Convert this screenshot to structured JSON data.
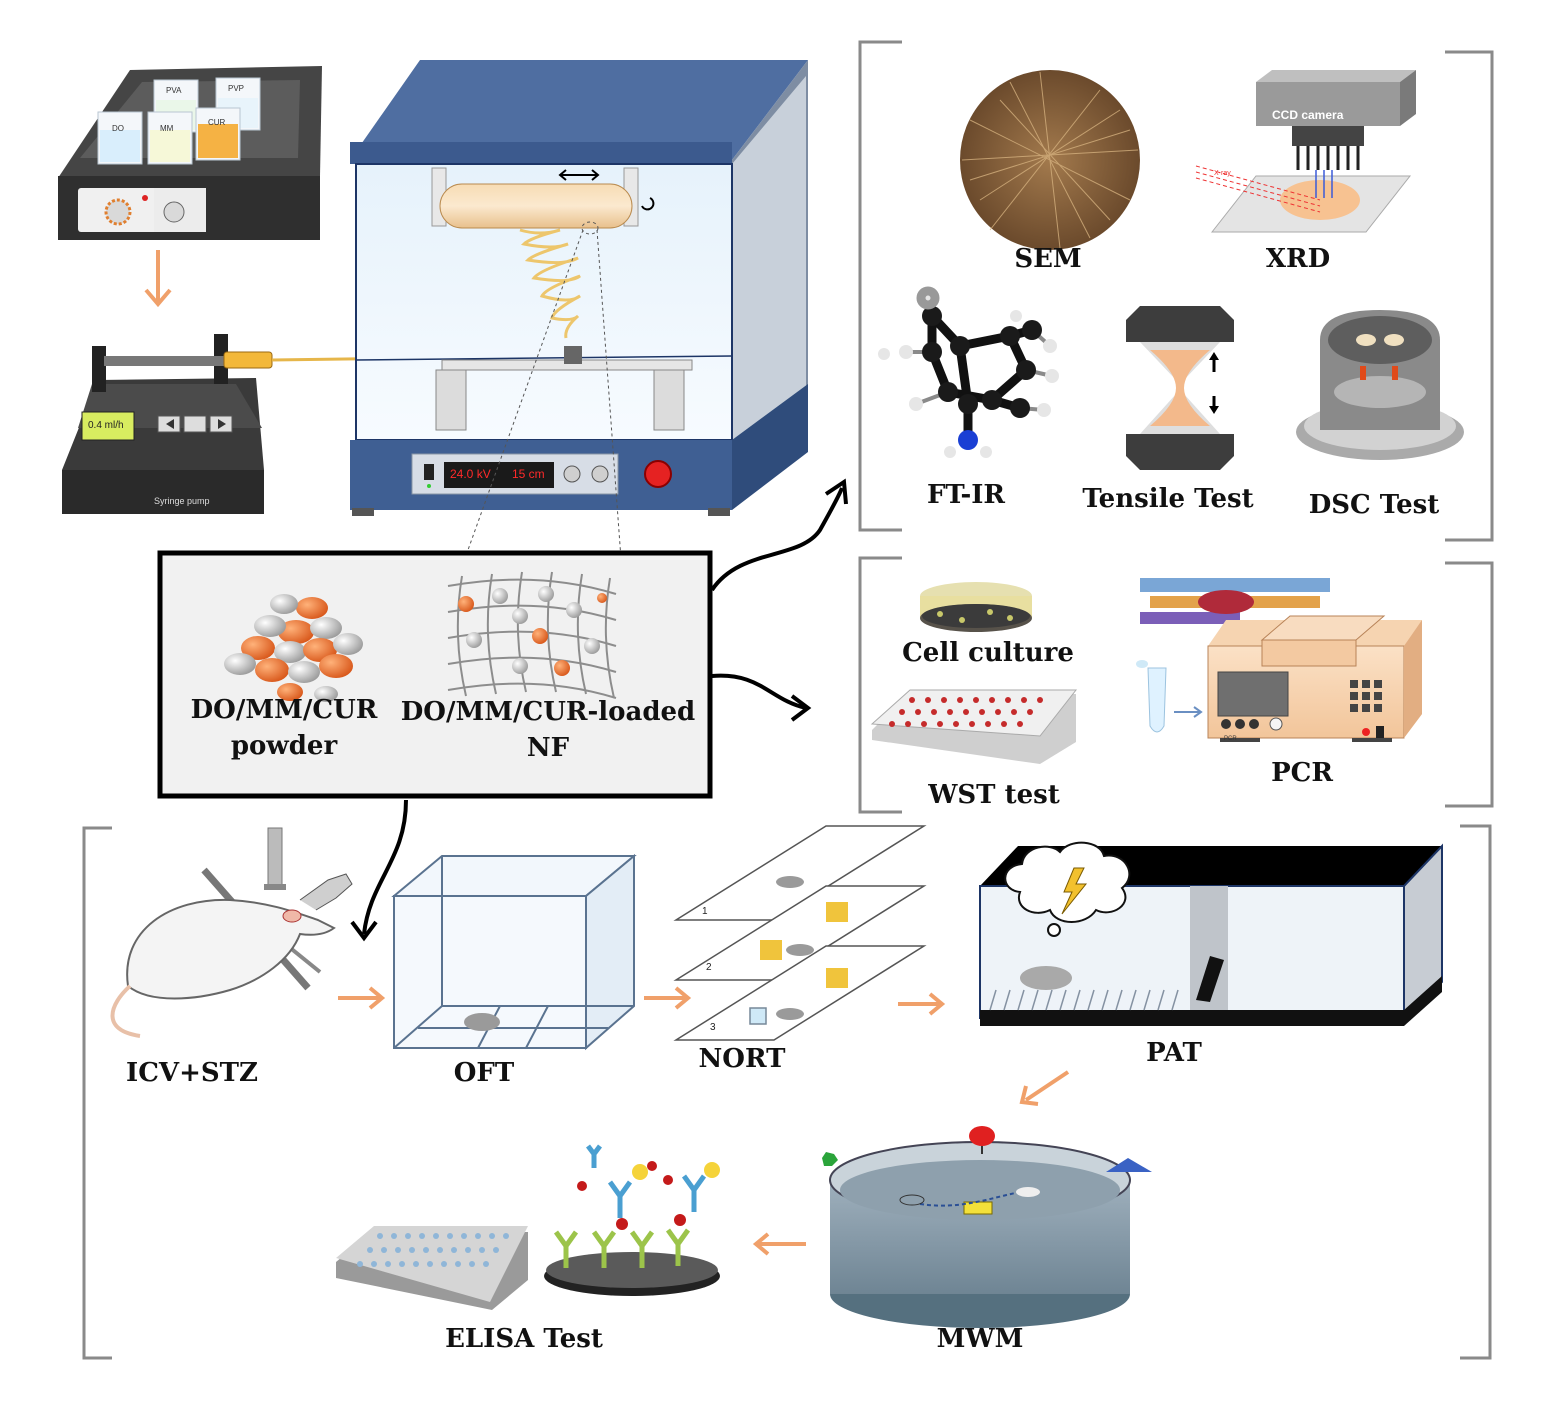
{
  "stirrer": {
    "beakers": [
      "PVA",
      "PVP",
      "DO",
      "MM",
      "CUR"
    ]
  },
  "syringe_pump": {
    "display": "0.4 ml/h",
    "caption": "Syringe pump"
  },
  "electrospinner": {
    "voltage": "24.0 kV",
    "distance": "15 cm"
  },
  "center_box": {
    "powder_line1": "DO/MM/CUR",
    "powder_line2": "powder",
    "nf_line1": "DO/MM/CUR-loaded",
    "nf_line2": "NF"
  },
  "characterization": {
    "sem": "SEM",
    "xrd": "XRD",
    "ccd": "CCD camera",
    "xray": "X-ray",
    "ftir": "FT-IR",
    "tensile": "Tensile Test",
    "dsc": "DSC Test"
  },
  "cell_tests": {
    "culture": "Cell culture",
    "wst": "WST test",
    "pcr": "PCR",
    "pcr_device": "PCR"
  },
  "animal_tests": {
    "icv": "ICV+STZ",
    "oft": "OFT",
    "nort": "NORT",
    "nort_steps": [
      "1",
      "2",
      "3"
    ],
    "pat": "PAT",
    "mwm": "MWM",
    "elisa": "ELISA Test"
  },
  "colors": {
    "cabinet": "#3f5f93",
    "arrow_orange": "#f0a06a",
    "bracket": "#8a8a8a",
    "display_red": "#ff2a2a"
  }
}
